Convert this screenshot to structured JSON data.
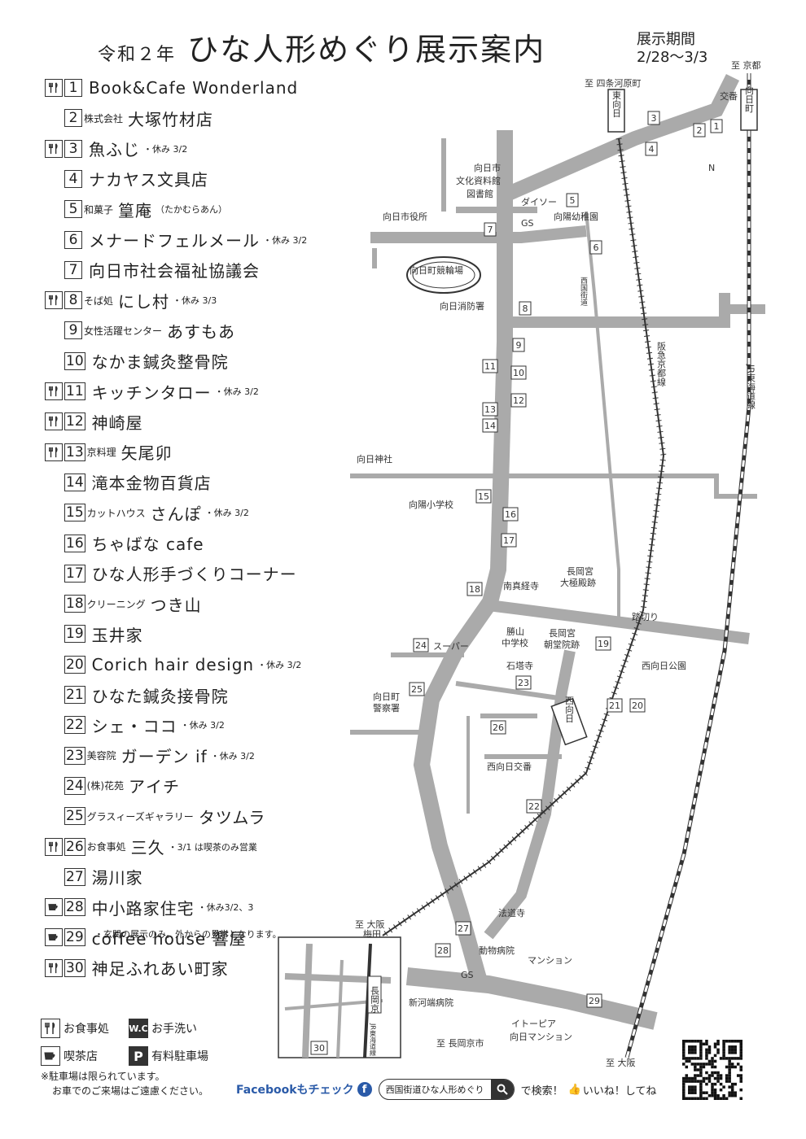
{
  "title": {
    "prefix": "令和２年",
    "main": "ひな人形めぐり展示案内"
  },
  "period": {
    "label": "展示期間",
    "dates": "2/28～3/3"
  },
  "shops": [
    {
      "n": "1",
      "prefix": "",
      "name": "Book&Cafe Wonderland",
      "note": "",
      "food": true,
      "cafe": false
    },
    {
      "n": "2",
      "prefix": "株式会社",
      "name": "大塚竹材店",
      "note": "",
      "food": false,
      "cafe": false
    },
    {
      "n": "3",
      "prefix": "",
      "name": "魚ふじ",
      "note": "・休み 3/2",
      "food": true,
      "cafe": false
    },
    {
      "n": "4",
      "prefix": "",
      "name": "ナカヤス文具店",
      "note": "",
      "food": false,
      "cafe": false
    },
    {
      "n": "5",
      "prefix": "和菓子",
      "name": "篁庵",
      "note": "（たかむらあん）",
      "food": false,
      "cafe": false
    },
    {
      "n": "6",
      "prefix": "",
      "name": "メナードフェルメール",
      "note": "・休み 3/2",
      "food": false,
      "cafe": false
    },
    {
      "n": "7",
      "prefix": "",
      "name": "向日市社会福祉協議会",
      "note": "",
      "food": false,
      "cafe": false
    },
    {
      "n": "8",
      "prefix": "そば処",
      "name": "にし村",
      "note": "・休み 3/3",
      "food": true,
      "cafe": false
    },
    {
      "n": "9",
      "prefix": "女性活躍センター",
      "name": "あすもあ",
      "note": "",
      "food": false,
      "cafe": false
    },
    {
      "n": "10",
      "prefix": "",
      "name": "なかま鍼灸整骨院",
      "note": "",
      "food": false,
      "cafe": false
    },
    {
      "n": "11",
      "prefix": "",
      "name": "キッチンタロー",
      "note": "・休み 3/2",
      "food": true,
      "cafe": false
    },
    {
      "n": "12",
      "prefix": "",
      "name": "神崎屋",
      "note": "",
      "food": true,
      "cafe": false
    },
    {
      "n": "13",
      "prefix": "京料理",
      "name": "矢尾卯",
      "note": "",
      "food": true,
      "cafe": false
    },
    {
      "n": "14",
      "prefix": "",
      "name": "滝本金物百貨店",
      "note": "",
      "food": false,
      "cafe": false
    },
    {
      "n": "15",
      "prefix": "カットハウス",
      "name": "さんぽ",
      "note": "・休み 3/2",
      "food": false,
      "cafe": false
    },
    {
      "n": "16",
      "prefix": "",
      "name": "ちゃばな cafe",
      "note": "",
      "food": false,
      "cafe": false
    },
    {
      "n": "17",
      "prefix": "",
      "name": "ひな人形手づくりコーナー",
      "note": "",
      "food": false,
      "cafe": false
    },
    {
      "n": "18",
      "prefix": "クリーニング",
      "name": "つき山",
      "note": "",
      "food": false,
      "cafe": false
    },
    {
      "n": "19",
      "prefix": "",
      "name": "玉井家",
      "note": "",
      "food": false,
      "cafe": false
    },
    {
      "n": "20",
      "prefix": "",
      "name": "Corich hair design",
      "note": "・休み 3/2",
      "food": false,
      "cafe": false
    },
    {
      "n": "21",
      "prefix": "",
      "name": "ひなた鍼灸接骨院",
      "note": "",
      "food": false,
      "cafe": false
    },
    {
      "n": "22",
      "prefix": "",
      "name": "シェ・ココ",
      "note": "・休み 3/2",
      "food": false,
      "cafe": false
    },
    {
      "n": "23",
      "prefix": "美容院",
      "name": "ガーデン if",
      "note": "・休み 3/2",
      "food": false,
      "cafe": false
    },
    {
      "n": "24",
      "prefix": "(株)花苑",
      "name": "アイチ",
      "note": "",
      "food": false,
      "cafe": false
    },
    {
      "n": "25",
      "prefix": "グラスィーズギャラリー",
      "name": "タツムラ",
      "note": "",
      "food": false,
      "cafe": false
    },
    {
      "n": "26",
      "prefix": "お食事処",
      "name": "三久",
      "note": "・3/1 は喫茶のみ営業",
      "food": true,
      "cafe": false
    },
    {
      "n": "27",
      "prefix": "",
      "name": "湯川家",
      "note": "",
      "food": false,
      "cafe": false
    },
    {
      "n": "28",
      "prefix": "",
      "name": "中小路家住宅",
      "note": "・休み3/2、3",
      "food": false,
      "cafe": true
    },
    {
      "n": "29",
      "prefix": "",
      "name": "coffee house 響屋",
      "note": "",
      "food": false,
      "cafe": true
    },
    {
      "n": "30",
      "prefix": "",
      "name": "神足ふれあい町家",
      "note": "",
      "food": true,
      "cafe": false
    }
  ],
  "shop28_subnote": "・玄関の展示のみ。外からの見学となります。",
  "legend": {
    "food": "お食事処",
    "wc_icon": "W.C",
    "wc": "お手洗い",
    "cafe": "喫茶店",
    "parking_icon": "P",
    "parking": "有料駐車場"
  },
  "parking_note": [
    "※駐車場は限られています。",
    "お車でのご来場はご遠慮ください。"
  ],
  "facebook": {
    "text": "Facebookもチェック",
    "icon": "f",
    "search": "西国街道ひな人形めぐり",
    "after": "で検索！",
    "like": "いいね！してね"
  },
  "map": {
    "north": "N",
    "labels": {
      "to_kyoto": "至 京都",
      "to_shijo": "至 四条河原町",
      "station_higashi": "東向日",
      "jr_station": "向日町",
      "koban": "交番",
      "culture": "向日市",
      "culture2": "文化資料館",
      "library": "図書館",
      "daiso": "ダイソー",
      "gs": "GS",
      "kindergarten": "向陽幼稚園",
      "city_hall": "向日市役所",
      "velodrome": "向日町競輪場",
      "fire": "向日消防署",
      "nishigaido": "西国街道",
      "hankyu": "阪急京都線",
      "jr_line": "JR東海道線",
      "shrine": "向日神社",
      "school": "向陽小学校",
      "nanshinkyo": "南真経寺",
      "palace": "長岡宮",
      "palace2": "大極殿跡",
      "crossing": "踏切り",
      "jh": "勝山",
      "jh2": "中学校",
      "palace3": "長岡宮",
      "palace4": "朝堂院跡",
      "super": "スーパー",
      "sekito": "石塔寺",
      "park": "西向日公園",
      "police": "向日町",
      "police2": "警察署",
      "station_nishi": "西向日",
      "koban2": "西向日交番",
      "hohoji": "法道寺",
      "animal": "動物病院",
      "mansion": "マンション",
      "gs2": "GS",
      "hospital": "新河端病院",
      "ito": "イトーピア",
      "ito2": "向日マンション",
      "to_osaka_umeda": "至 大阪",
      "to_umeda": "梅田",
      "to_osaka": "至 大阪",
      "to_nagaoka": "至 長岡京市",
      "inset_station": "長岡京",
      "inset_jr": "JR東海道線"
    }
  }
}
